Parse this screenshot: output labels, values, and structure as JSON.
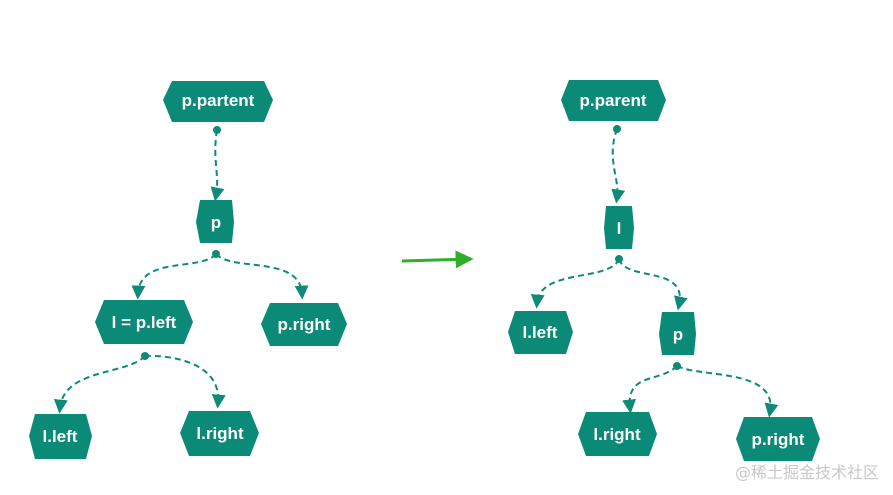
{
  "colors": {
    "node": "#0c8a78",
    "edge": "#0f8a79",
    "arrow": "#2fae2a"
  },
  "left_tree": {
    "root": "p.partent",
    "p": "p",
    "l": "l = p.left",
    "p_right": "p.right",
    "l_left": "l.left",
    "l_right": "l.right"
  },
  "right_tree": {
    "root": "p.parent",
    "l": "l",
    "l_left": "l.left",
    "p": "p",
    "l_right": "l.right",
    "p_right": "p.right"
  },
  "watermark": "@稀土掘金技术社区"
}
